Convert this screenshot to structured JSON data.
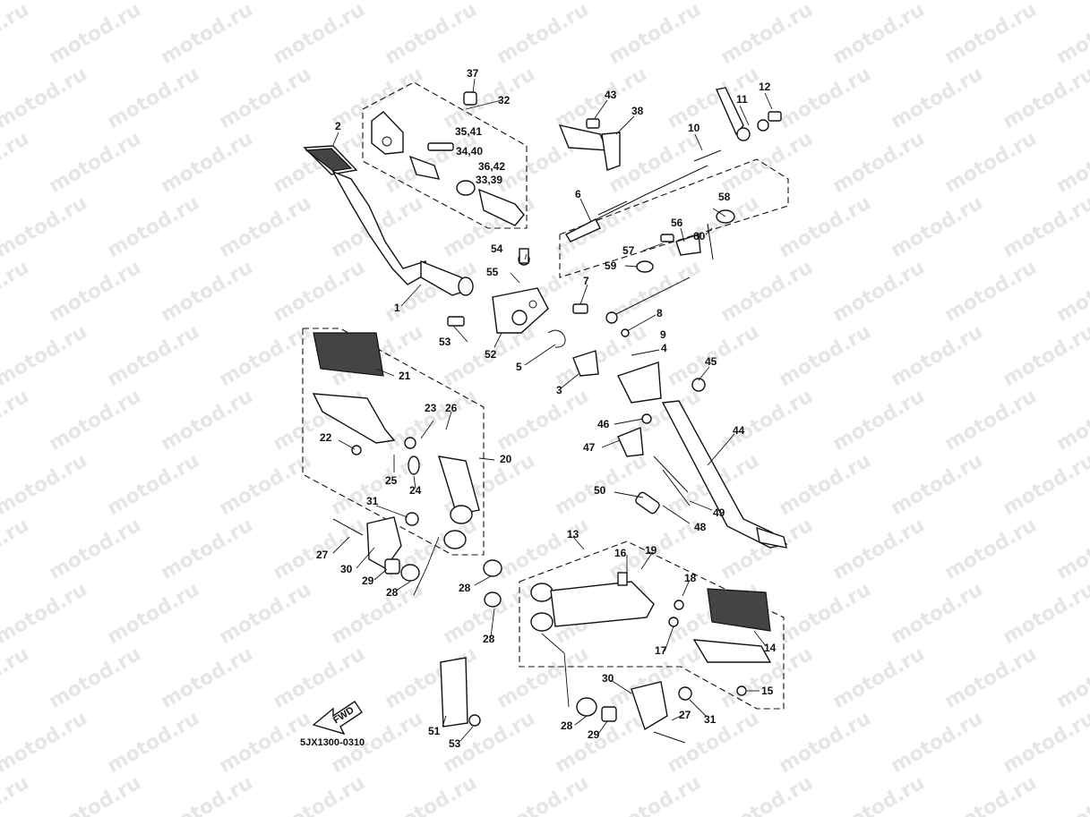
{
  "watermark": "motod.ru",
  "diagram_code": "5JX1300-0310",
  "fwd_label": "FWD",
  "callouts": [
    "1",
    "2",
    "3",
    "4",
    "5",
    "6",
    "7",
    "8",
    "9",
    "10",
    "11",
    "12",
    "13",
    "14",
    "15",
    "16",
    "17",
    "18",
    "19",
    "20",
    "21",
    "22",
    "23",
    "24",
    "25",
    "26",
    "27",
    "28",
    "29",
    "30",
    "31",
    "32",
    "33,39",
    "34,40",
    "35,41",
    "36,42",
    "37",
    "38",
    "43",
    "44",
    "45",
    "46",
    "47",
    "48",
    "49",
    "50",
    "51",
    "52",
    "53",
    "54",
    "55",
    "56",
    "57",
    "58",
    "59",
    "60"
  ]
}
